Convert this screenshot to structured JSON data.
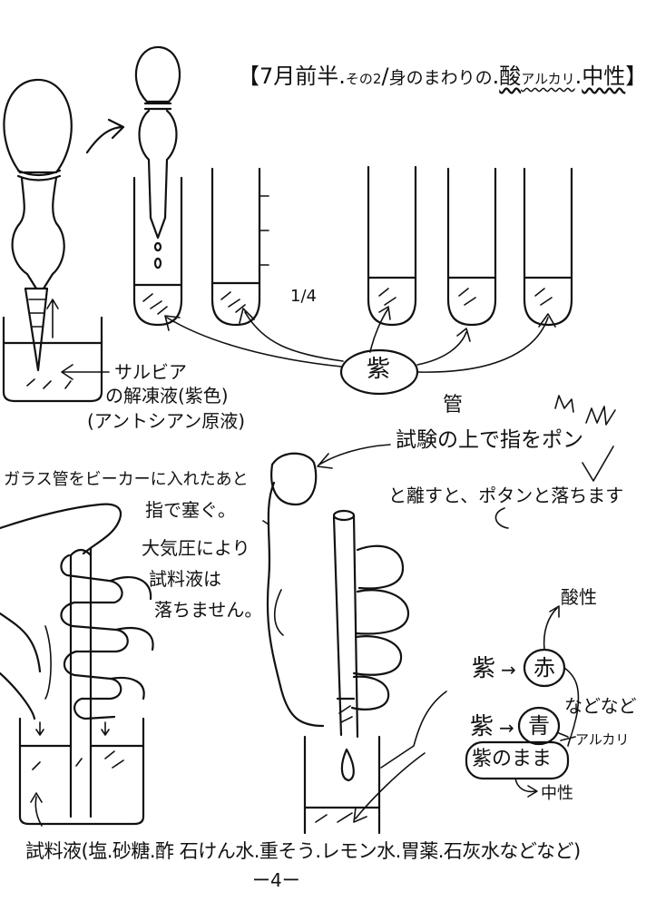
{
  "header": {
    "open_bracket": "【",
    "part1": "7月前半",
    "sep1": ".",
    "part2": "その2",
    "slash": "/",
    "part3": "身のまわりの",
    "sep2": ".",
    "acid": "酸",
    "alkali": "アルカリ",
    "sep3": ".",
    "neutral": "中性",
    "close_bracket": "】"
  },
  "quarter_mark": "1/4",
  "purple_center": "紫",
  "salvia_label": [
    "サルビア",
    "の解凍液(紫色)",
    "(アントシアン原液)"
  ],
  "tube_note": {
    "tube_word": "管",
    "line1": "試験の上で指をポン",
    "line2": "と離すと、ポタンと落ちます"
  },
  "glass_note": [
    "ガラス管をビーカーに入れたあと",
    "指で塞ぐ。",
    "大気圧により",
    "試料液は",
    "落ちません。"
  ],
  "color_change": {
    "acid_label": "酸性",
    "row1": {
      "from": "紫",
      "arrow": "→",
      "to": "赤"
    },
    "row2": {
      "from": "紫",
      "arrow": "→",
      "to": "青"
    },
    "row3": "紫のまま",
    "etc": "などなど",
    "alkali_label": "アルカリ",
    "neutral_label": "中性"
  },
  "sample_list": "試料液(塩.砂糖.酢 石けん水.重そう.レモン水.胃薬.石灰水などなど)",
  "page_number": "ー4ー"
}
